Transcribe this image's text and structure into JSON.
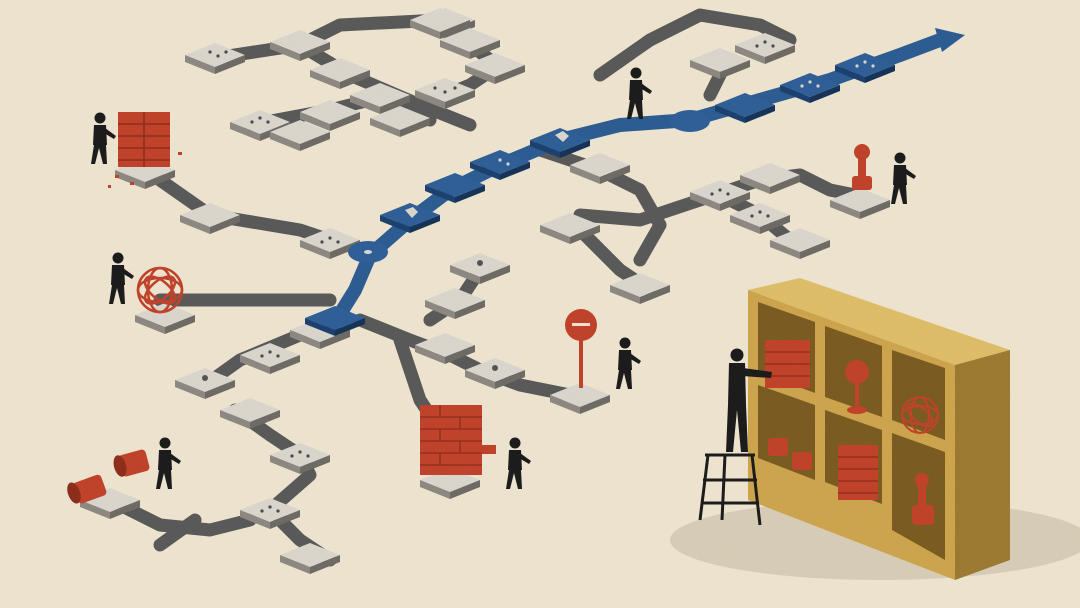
{
  "scene": {
    "background": "#efe6d2",
    "palette": {
      "path_gray": "#5f5f5f",
      "path_dark": "#3e3e3e",
      "tile_top": "#d9d5cc",
      "tile_side": "#8e8a83",
      "highlight_blue": "#2c5d93",
      "highlight_blue_dark": "#1d4270",
      "brick_red": "#c2432a",
      "brick_dark": "#8e2e1c",
      "figure": "#1c1c1c",
      "shelf_wood": "#cfa64e",
      "shelf_dark": "#8c6a2a"
    },
    "icons": [
      "person-figure",
      "brick-block",
      "tangle-ball",
      "stop-sign-post",
      "stamp-plunger",
      "pipe-fittings",
      "arrow-head",
      "stepladder",
      "shelf-cabinet"
    ]
  }
}
